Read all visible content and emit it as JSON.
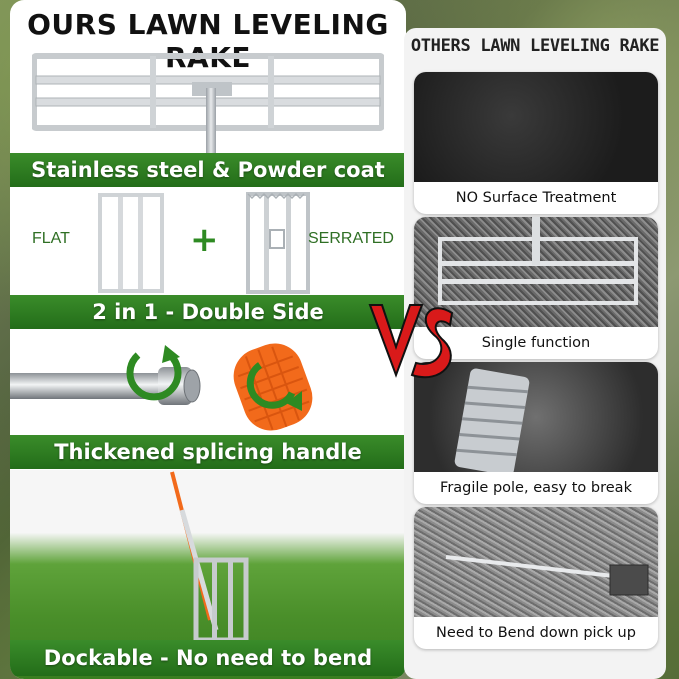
{
  "left": {
    "title": "OURS LAWN LEVELING RAKE",
    "bands": [
      "Stainless steel & Powder coat",
      "2 in 1 - Double Side",
      "Thickened splicing handle",
      "Dockable - No need to bend"
    ],
    "flat_label": "FLAT",
    "plus": "+",
    "serrated_label": "SERRATED"
  },
  "vs_text": "VS",
  "right": {
    "title": "OTHERS LAWN LEVELING RAKE",
    "cards": [
      "NO  Surface Treatment",
      "Single function",
      "Fragile pole, easy to break",
      "Need to Bend down pick up"
    ]
  },
  "colors": {
    "green": "#2e8a22",
    "band_green": "#236d19",
    "accent_orange": "#f26a1b",
    "vs_red": "#d91a1a"
  }
}
